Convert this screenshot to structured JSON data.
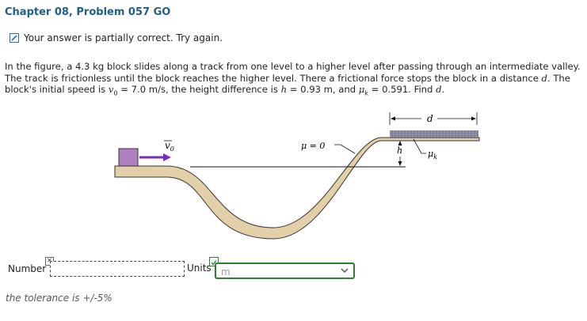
{
  "header": {
    "title": "Chapter 08, Problem 057 GO"
  },
  "status": {
    "text": "Your answer is partially correct.  Try again."
  },
  "problem": {
    "seg1": "In the figure, a 4.3 kg block slides along a track from one level to a higher level after passing through an intermediate valley. The track is frictionless until the block reaches the higher level. There a frictional force stops the block in a distance ",
    "d_var": "d",
    "seg2": ". The block's initial speed is ",
    "v0_var": "v",
    "v0_sub": "0",
    "seg3": " = 7.0 m/s, the height difference is ",
    "h_var": "h",
    "seg4": " = 0.93 m, and ",
    "mu_var": "μ",
    "mu_sub": "k",
    "seg5": " = 0.591. Find ",
    "d_var2": "d",
    "seg6": "."
  },
  "figure": {
    "v0_label": "v",
    "v0_sub": "0",
    "mu_zero_label": "μ = 0",
    "d_label": "d",
    "h_label": "h",
    "muk_label": "μ",
    "muk_sub": "k",
    "colors": {
      "track": "#e3cfa8",
      "block": "#b07fc0",
      "arrow": "#7a2bbf",
      "rough": "#6a6a86"
    }
  },
  "answer": {
    "number_label": "Number",
    "number_value": "",
    "units_label": "Units",
    "units_selected": "m"
  },
  "footer": {
    "tolerance": "the tolerance is +/-5%"
  }
}
